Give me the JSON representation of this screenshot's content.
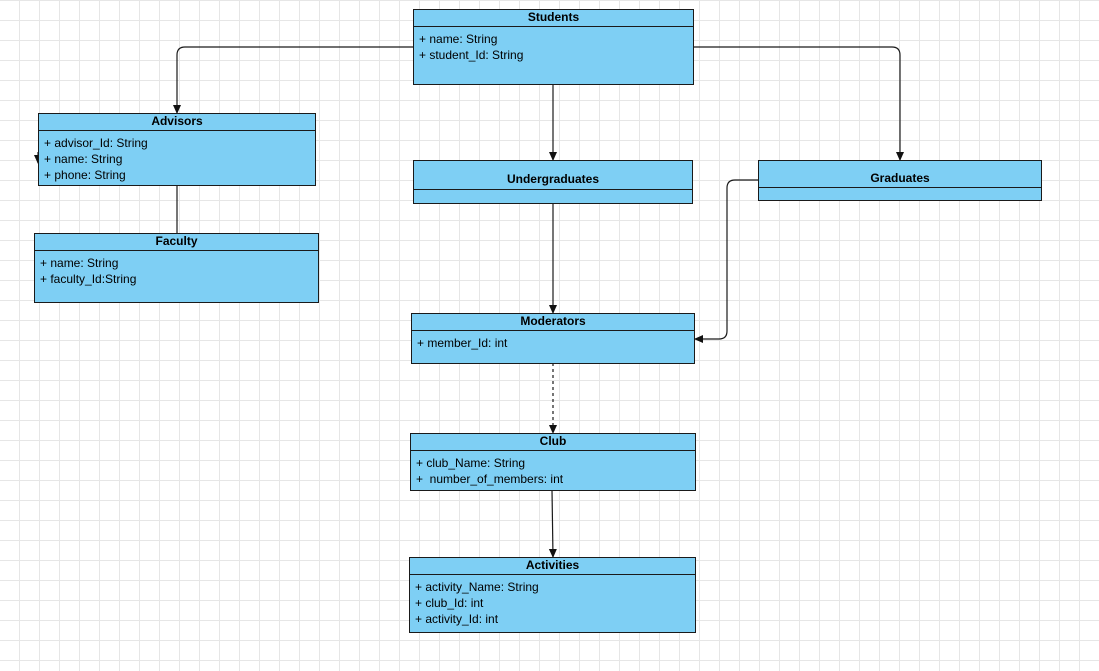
{
  "diagram": {
    "classes": {
      "students": {
        "name": "Students",
        "attributes": [
          "+ name: String",
          "+ student_Id: String"
        ]
      },
      "advisors": {
        "name": "Advisors",
        "attributes": [
          "+ advisor_Id: String",
          "+ name: String",
          "+ phone: String"
        ]
      },
      "faculty": {
        "name": "Faculty",
        "attributes": [
          "+ name: String",
          "+ faculty_Id:String"
        ]
      },
      "undergraduates": {
        "name": "Undergraduates",
        "attributes": []
      },
      "graduates": {
        "name": "Graduates",
        "attributes": []
      },
      "moderators": {
        "name": "Moderators",
        "attributes": [
          "+ member_Id: int"
        ]
      },
      "club": {
        "name": "Club",
        "attributes": [
          "+ club_Name: String",
          "+  number_of_members: int"
        ]
      },
      "activities": {
        "name": "Activities",
        "attributes": [
          "+ activity_Name: String",
          "+ club_Id: int",
          "+ activity_Id: int"
        ]
      }
    },
    "relations": [
      {
        "from": "students",
        "to": "advisors",
        "style": "solid",
        "arrow": true
      },
      {
        "from": "students",
        "to": "undergraduates",
        "style": "solid",
        "arrow": true
      },
      {
        "from": "students",
        "to": "graduates",
        "style": "solid",
        "arrow": true
      },
      {
        "from": "advisors",
        "to": "faculty",
        "style": "solid",
        "arrow": false
      },
      {
        "from": "undergraduates",
        "to": "moderators",
        "style": "solid",
        "arrow": true
      },
      {
        "from": "graduates",
        "to": "moderators",
        "style": "solid",
        "arrow": true
      },
      {
        "from": "moderators",
        "to": "club",
        "style": "dashed",
        "arrow": true
      },
      {
        "from": "club",
        "to": "activities",
        "style": "solid",
        "arrow": true
      }
    ],
    "colors": {
      "class_fill": "#7ecff4",
      "border": "#1a1a1a",
      "edge": "#1a1a1a",
      "grid": "#e6e6e6"
    }
  }
}
